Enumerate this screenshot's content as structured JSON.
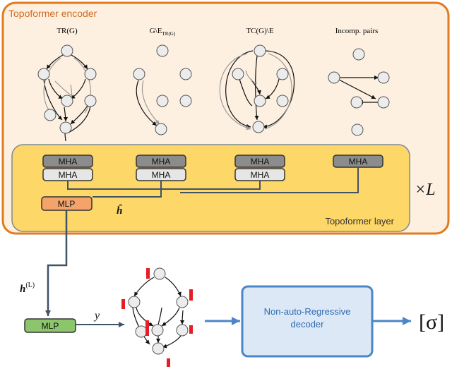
{
  "encoder": {
    "title": "Topoformer encoder",
    "repeat_label": "×L"
  },
  "graphs": [
    {
      "title": "TR(G)"
    },
    {
      "title": "G\\E"
    },
    {
      "title": "TC(G)\\E"
    },
    {
      "title": "Incomp. pairs"
    }
  ],
  "graph2_subscript": "TR(G)",
  "layer": {
    "title": "Topoformer layer",
    "mha_label": "MHA",
    "mlp_label": "MLP",
    "h_hat_label": "ĥ"
  },
  "decoder": {
    "h_label": "h",
    "h_superscript": "(L)",
    "mlp_label": "MLP",
    "y_label": "y",
    "decoder_line1": "Non-auto-Regressive",
    "decoder_line2": "decoder",
    "output_label": "[σ]"
  },
  "colors": {
    "encoder_border": "#e07b22",
    "encoder_fill": "#fdf0e0",
    "encoder_title": "#d2691e",
    "layer_fill": "#fdd767",
    "layer_border": "#7d8a96",
    "mha_dark": "#8c8c8c",
    "mha_light": "#e6e6e6",
    "mlp_orange": "#f4a46a",
    "mlp_green": "#8cc56b",
    "decoder_border": "#4a86c8",
    "decoder_fill": "#dce8f5",
    "decoder_text": "#2e6bb5",
    "arrow_blue": "#4a86c8",
    "line_dark": "#405266",
    "red_bar": "#e41e26"
  }
}
